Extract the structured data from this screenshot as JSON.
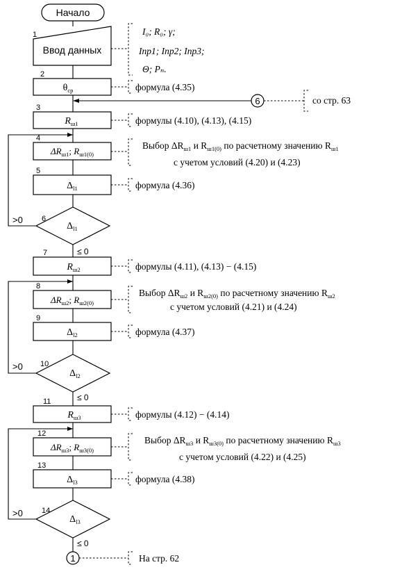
{
  "start": "Начало",
  "blocks": {
    "b1": {
      "num": "1",
      "label": "Ввод данных"
    },
    "b2": {
      "num": "2",
      "main": "θ",
      "sub": "ср"
    },
    "b3": {
      "num": "3",
      "main": "R",
      "sub": "ш1"
    },
    "b4": {
      "num": "4",
      "a": "ΔR",
      "a_sub": "ш1",
      "b": "R",
      "b_sub": "ш1(0)"
    },
    "b5": {
      "num": "5",
      "main": "Δ",
      "sub": "l1"
    },
    "b6": {
      "num": "6",
      "main": "Δ",
      "sub": "l1"
    },
    "b7": {
      "num": "7",
      "main": "R",
      "sub": "ш2"
    },
    "b8": {
      "num": "8",
      "a": "ΔR",
      "a_sub": "ш2",
      "b": "R",
      "b_sub": "ш2(0)"
    },
    "b9": {
      "num": "9",
      "main": "Δ",
      "sub": "l2"
    },
    "b10": {
      "num": "10",
      "main": "Δ",
      "sub": "l2"
    },
    "b11": {
      "num": "11",
      "main": "R",
      "sub": "ш3"
    },
    "b12": {
      "num": "12",
      "a": "ΔR",
      "a_sub": "ш3",
      "b": "R",
      "b_sub": "ш3(0)"
    },
    "b13": {
      "num": "13",
      "main": "Δ",
      "sub": "l3"
    },
    "b14": {
      "num": "14",
      "main": "Δ",
      "sub": "l3"
    }
  },
  "conditions": {
    "gt": ">0",
    "le": "≤ 0"
  },
  "connectors": {
    "c6": "6",
    "c1": "1"
  },
  "comments": {
    "input_line1": "I₀; R₀; γ;",
    "input_line2": "Iпр1; Iпр2; Iпр3;",
    "input_line3": "Θ; Pₙ.",
    "c2": "формула (4.35)",
    "c6_ref": "со стр. 63",
    "c3": "формулы (4.10), (4.13), (4.15)",
    "c4_l1_a": "Выбор ΔR",
    "c4_l1_a_sub": "ш1",
    "c4_l1_b": " и R",
    "c4_l1_b_sub": "ш1(0)",
    "c4_l1_c": " по расчетному значению R",
    "c4_l1_c_sub": "ш1",
    "c4_l2": "с учетом условий (4.20) и (4.23)",
    "c5": "формула (4.36)",
    "c7": "формулы (4.11), (4.13) − (4.15)",
    "c8_l1_a": "Выбор ΔR",
    "c8_l1_a_sub": "ш2",
    "c8_l1_b": " и R",
    "c8_l1_b_sub": "ш2(0)",
    "c8_l1_c": " по расчетному значению R",
    "c8_l1_c_sub": "ш2",
    "c8_l2": "с учетом условий (4.21) и (4.24)",
    "c9": "формула (4.37)",
    "c11": "формулы (4.12) − (4.14)",
    "c12_l1_a": "Выбор ΔR",
    "c12_l1_a_sub": "ш3",
    "c12_l1_b": " и R",
    "c12_l1_b_sub": "ш3(0)",
    "c12_l1_c": " по расчетному значению R",
    "c12_l1_c_sub": "ш3",
    "c12_l2": "с учетом условий (4.22) и (4.25)",
    "c13": "формула (4.38)",
    "c_end": "На стр. 62"
  }
}
